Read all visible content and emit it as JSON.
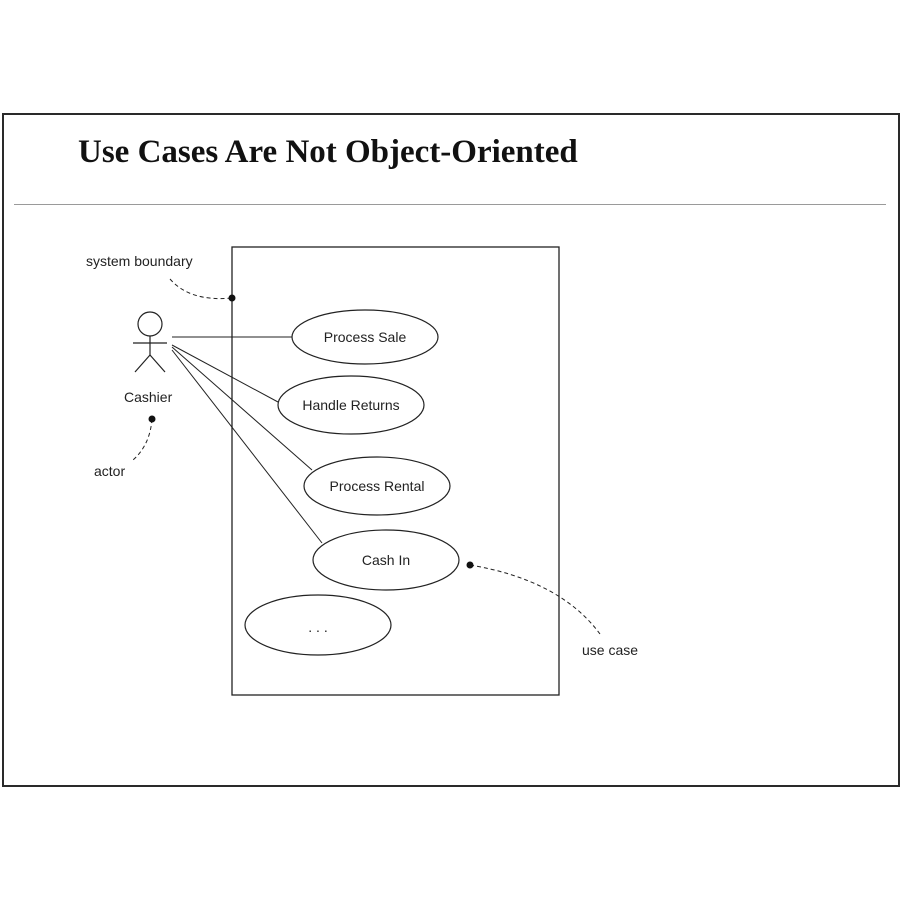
{
  "slide": {
    "title": "Use Cases Are Not Object-Oriented"
  },
  "diagram": {
    "actor": {
      "name": "Cashier"
    },
    "use_cases": [
      {
        "name": "Process Sale"
      },
      {
        "name": "Handle Returns"
      },
      {
        "name": "Process Rental"
      },
      {
        "name": "Cash In"
      },
      {
        "name": ". . ."
      }
    ],
    "annotations": {
      "system_boundary": "system boundary",
      "actor": "actor",
      "use_case": "use case"
    }
  },
  "colors": {
    "ink": "#222222",
    "background": "#ffffff"
  }
}
